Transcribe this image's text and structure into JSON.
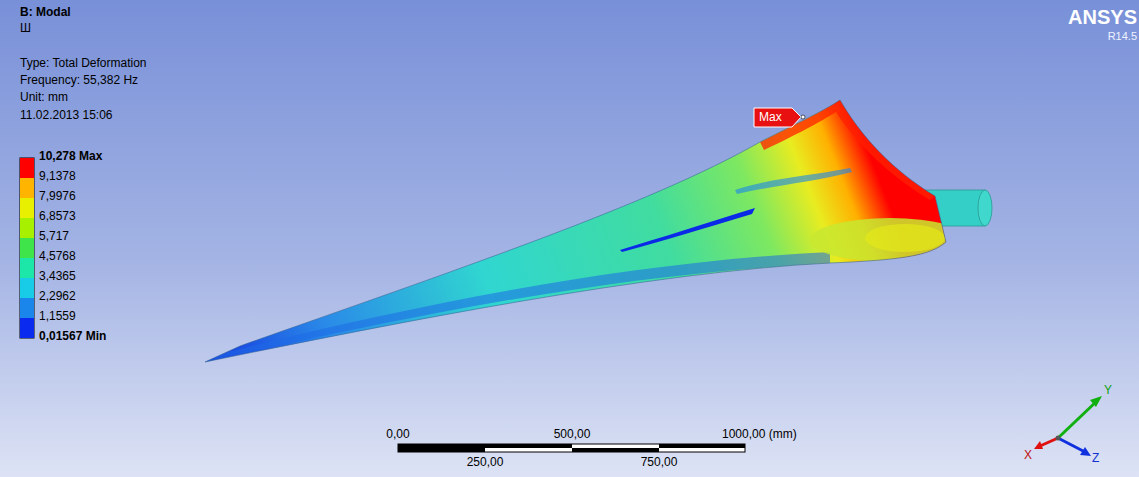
{
  "diagram": {
    "title": "B: Modal",
    "labels": [
      "Ш",
      "Type: Total Deformation",
      "Frequency: 55,382 Hz",
      "Unit: mm",
      "11.02.2013 15:06",
      "ANSYS",
      "R14.5",
      "Max",
      "0,00",
      "500,00",
      "1000,00 (mm)",
      "250,00",
      "750,00",
      "Y",
      "X",
      "Z"
    ],
    "legend": [
      {
        "text": "10,278 Max",
        "color": "#ff0000"
      },
      {
        "text": "9,1378",
        "color": "#ffb400"
      },
      {
        "text": "7,9976",
        "color": "#e8f000"
      },
      {
        "text": "6,8573",
        "color": "#a6f000"
      },
      {
        "text": "5,717",
        "color": "#3ee44a"
      },
      {
        "text": "4,5768",
        "color": "#1ce6a8"
      },
      {
        "text": "3,4365",
        "color": "#18cce8"
      },
      {
        "text": "2,2962",
        "color": "#1a86ec"
      },
      {
        "text": "1,1559",
        "color": "#0a2af0"
      },
      {
        "text": "0,01567 Min"
      }
    ]
  }
}
